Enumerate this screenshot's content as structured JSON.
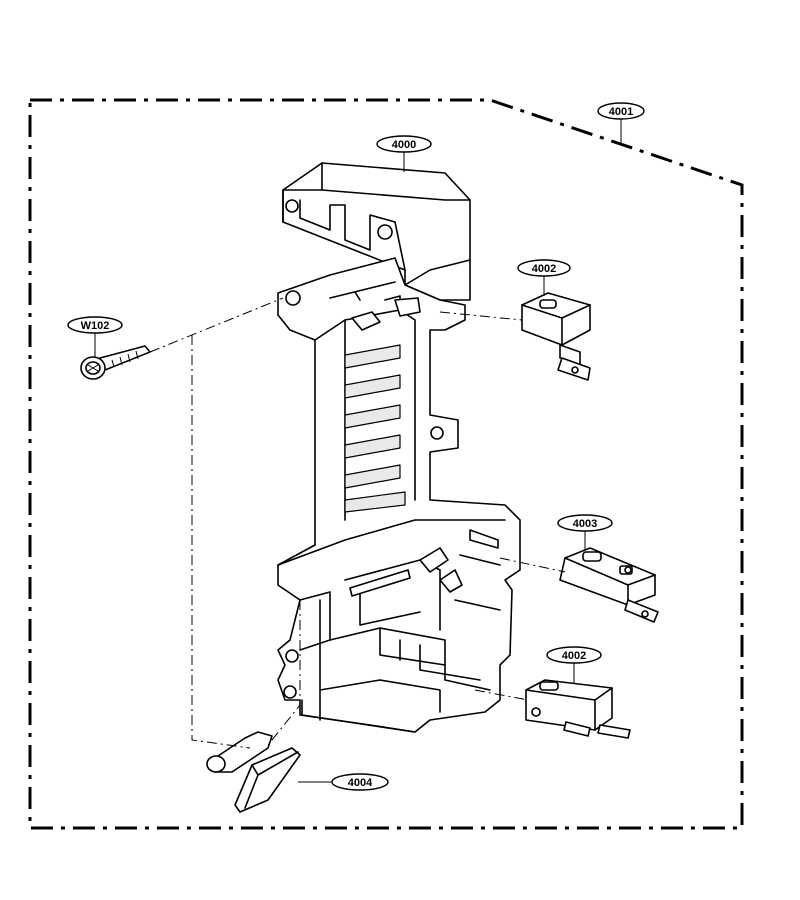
{
  "parts": {
    "p4001": "4001",
    "p4000": "4000",
    "p4002_top": "4002",
    "pW102": "W102",
    "p4003": "4003",
    "p4002_bottom": "4002",
    "p4004": "4004"
  }
}
